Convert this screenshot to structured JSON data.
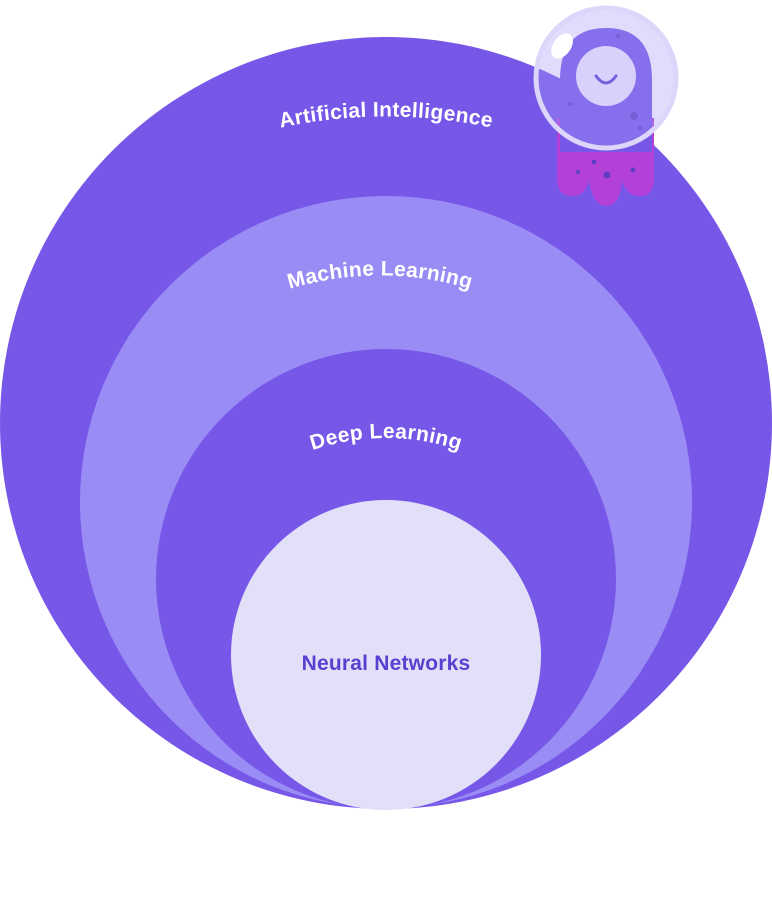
{
  "diagram": {
    "layers": [
      {
        "label": "Artificial Intelligence",
        "color": "#7657e8"
      },
      {
        "label": "Machine Learning",
        "color": "#9a8cf5"
      },
      {
        "label": "Deep Learning",
        "color": "#7657e8"
      },
      {
        "label": "Neural Networks",
        "color": "#e1e0f8",
        "text_color": "#5a3fd0"
      }
    ],
    "mascot": {
      "icon": "astronaut-octopus-icon",
      "helmet_color": "#a89cf6",
      "body_color": "#7657e8",
      "tentacle_color": "#b341d9",
      "face_color": "#f1efff"
    }
  }
}
